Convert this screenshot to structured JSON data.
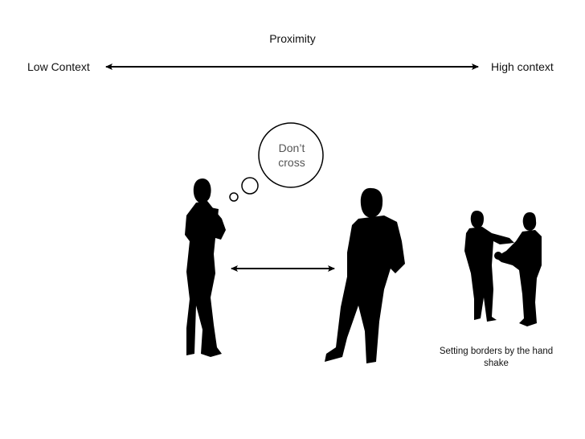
{
  "title": "Proximity",
  "axis": {
    "left_label": "Low Context",
    "right_label": "High context"
  },
  "thought_bubble": {
    "line1": "Don’t",
    "line2": "cross"
  },
  "caption": {
    "line1": "Setting borders by the hand",
    "line2": "shake"
  },
  "colors": {
    "ink": "#000000",
    "bubble_text": "#555555"
  }
}
